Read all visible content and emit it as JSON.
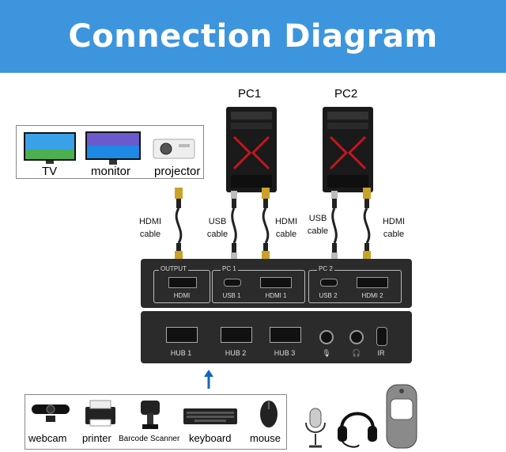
{
  "banner": {
    "title": "Connection Diagram",
    "color": "#3d95dd"
  },
  "pcs": [
    {
      "label": "PC1"
    },
    {
      "label": "PC2"
    }
  ],
  "displays": [
    {
      "label": "TV"
    },
    {
      "label": "monitor"
    },
    {
      "label": "projector"
    }
  ],
  "cables": {
    "output_hdmi": "HDMI\ncable",
    "pc1_usb": "USB\ncable",
    "pc1_hdmi": "HDMI\ncable",
    "pc2_usb": "USB\ncable",
    "pc2_hdmi": "HDMI\ncable"
  },
  "switch_top": {
    "groups": [
      {
        "title": "OUTPUT",
        "ports": [
          "HDMI"
        ]
      },
      {
        "title": "PC 1",
        "ports": [
          "USB 1",
          "HDMI 1"
        ]
      },
      {
        "title": "PC 2",
        "ports": [
          "USB 2",
          "HDMI 2"
        ]
      }
    ]
  },
  "switch_front": {
    "ports": [
      "HUB 1",
      "HUB 2",
      "HUB 3",
      "IR"
    ]
  },
  "peripherals": [
    {
      "label": "webcam"
    },
    {
      "label": "printer"
    },
    {
      "label": "Barcode Scanner"
    },
    {
      "label": "keyboard"
    },
    {
      "label": "mouse"
    }
  ],
  "arrow_color": "#1565c0"
}
